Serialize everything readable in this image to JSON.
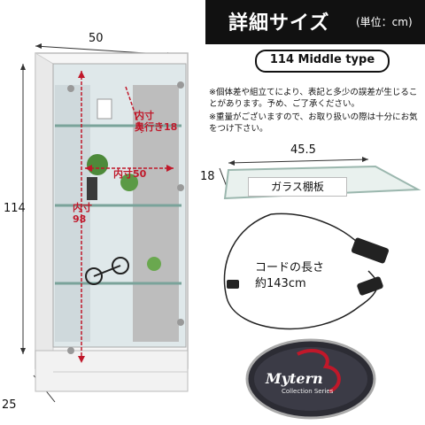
{
  "header": {
    "title": "詳細サイズ",
    "unit": "(単位：cm)"
  },
  "type_label": "114 Middle type",
  "notes": [
    "※個体差や組立てにより、表記と多少の誤差が生じることがあります。予め、ご了承ください。",
    "※重量がございますので、お取り扱いの際は十分にお気をつけ下さい。"
  ],
  "cabinet": {
    "width": "50",
    "height": "114",
    "depth": "25",
    "inner_depth_label": "内寸\n奥行き18",
    "inner_width_label": "内寸50",
    "inner_height_label": "内寸\n98"
  },
  "shelf": {
    "width": "45.5",
    "depth": "18",
    "label": "ガラス棚板"
  },
  "cord": {
    "line1": "コードの長さ",
    "line2": "約143cm"
  },
  "logo": {
    "text": "Mytern",
    "sub": "Collection Series"
  },
  "colors": {
    "accent": "#c0182a",
    "header_bg": "#111111"
  }
}
